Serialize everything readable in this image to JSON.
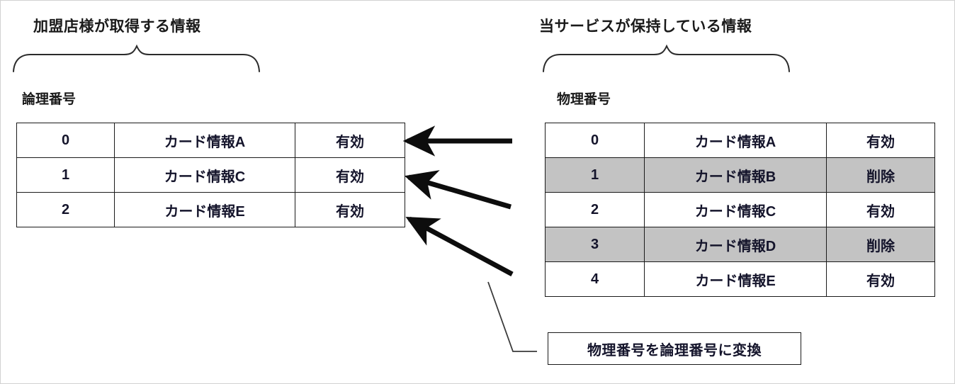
{
  "diagram": {
    "left_section": {
      "heading": "加盟店様が取得する情報",
      "column_label": "論理番号",
      "table": {
        "rows": [
          {
            "number": "0",
            "card": "カード情報A",
            "status": "有効",
            "shaded": false
          },
          {
            "number": "1",
            "card": "カード情報C",
            "status": "有効",
            "shaded": false
          },
          {
            "number": "2",
            "card": "カード情報E",
            "status": "有効",
            "shaded": false
          }
        ]
      }
    },
    "right_section": {
      "heading": "当サービスが保持している情報",
      "column_label": "物理番号",
      "table": {
        "rows": [
          {
            "number": "0",
            "card": "カード情報A",
            "status": "有効",
            "shaded": false
          },
          {
            "number": "1",
            "card": "カード情報B",
            "status": "削除",
            "shaded": true
          },
          {
            "number": "2",
            "card": "カード情報C",
            "status": "有効",
            "shaded": false
          },
          {
            "number": "3",
            "card": "カード情報D",
            "status": "削除",
            "shaded": true
          },
          {
            "number": "4",
            "card": "カード情報E",
            "status": "有効",
            "shaded": false
          }
        ]
      }
    },
    "caption": "物理番号を論理番号に変換",
    "colors": {
      "shaded_row": "#c3c3c3",
      "line": "#1a1a1a",
      "frame": "#d2d2d2",
      "text": "#14142b"
    },
    "mappings": [
      {
        "from_physical": "0",
        "to_logical": "0"
      },
      {
        "from_physical": "2",
        "to_logical": "1"
      },
      {
        "from_physical": "4",
        "to_logical": "2"
      }
    ]
  }
}
